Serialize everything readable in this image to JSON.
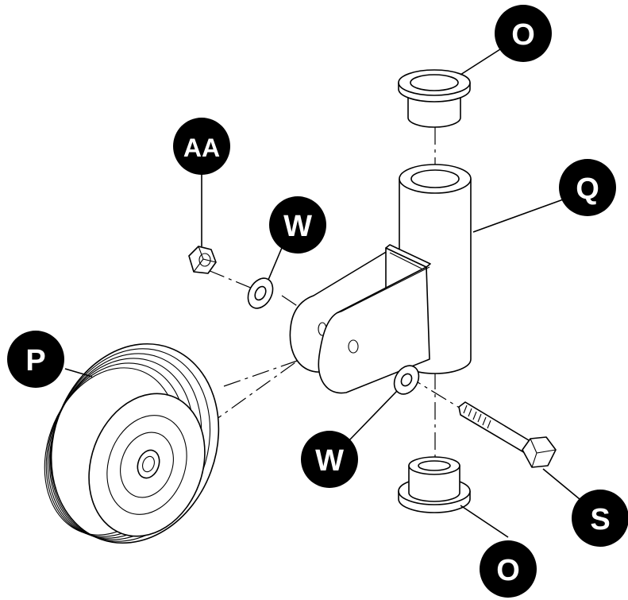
{
  "callouts": {
    "o_top": "O",
    "q": "Q",
    "aa": "AA",
    "w_upper": "W",
    "p": "P",
    "w_lower": "W",
    "s": "S",
    "o_bottom": "O"
  },
  "colors": {
    "badge": "#000000",
    "badge_text": "#ffffff",
    "line": "#000000",
    "background": "#ffffff"
  }
}
